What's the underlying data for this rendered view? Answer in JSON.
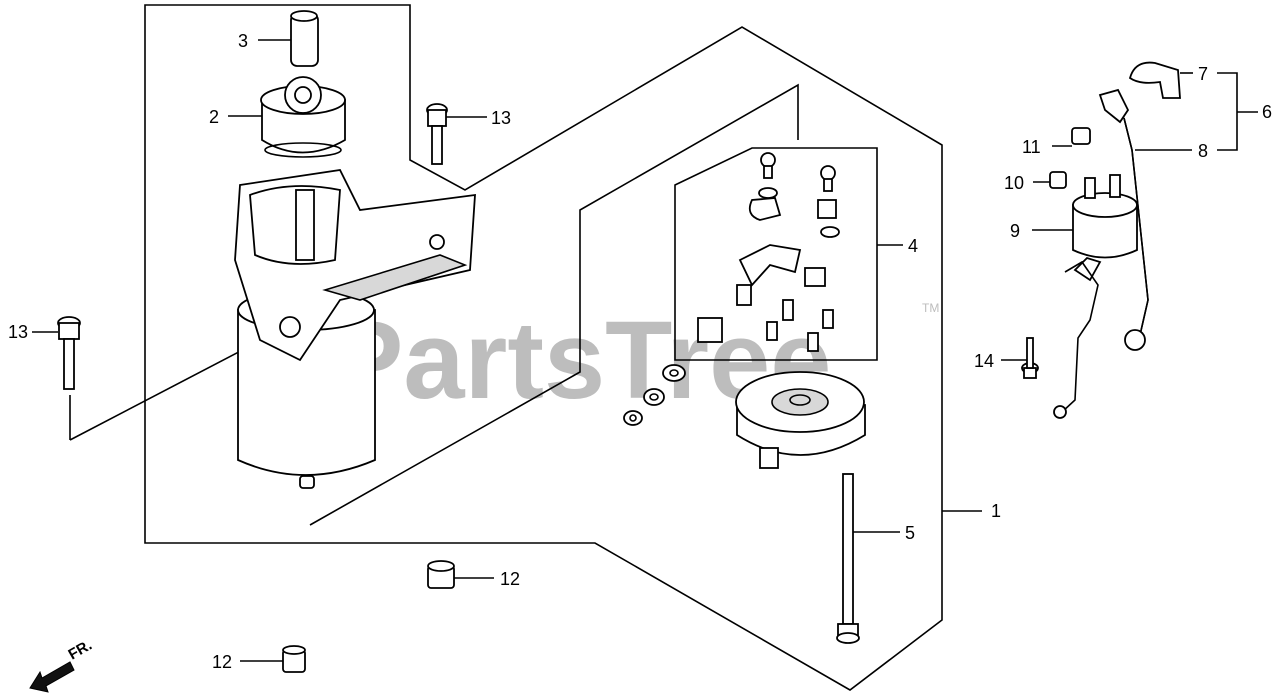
{
  "watermark": {
    "text": "PartsTree",
    "tm": "TM"
  },
  "direction": {
    "label": "FR."
  },
  "callouts": {
    "c1": "1",
    "c2": "2",
    "c3": "3",
    "c4": "4",
    "c5": "5",
    "c6": "6",
    "c7": "7",
    "c8": "8",
    "c9": "9",
    "c10": "10",
    "c11": "11",
    "c12a": "12",
    "c12b": "12",
    "c13a": "13",
    "c13b": "13",
    "c14": "14"
  }
}
